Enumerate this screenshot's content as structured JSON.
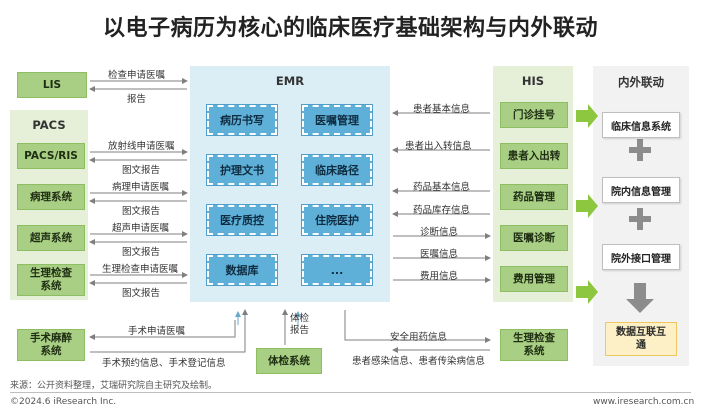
{
  "title": "以电子病历为核心的临床医疗基础架构与内外联动",
  "emr": {
    "title": "EMR",
    "items": [
      "病历书写",
      "医嘱管理",
      "护理文书",
      "临床路径",
      "医疗质控",
      "住院医护",
      "数据库",
      "..."
    ]
  },
  "lis": {
    "label": "LIS",
    "to_emr": "检查申请医嘱",
    "from_emr": "报告"
  },
  "pacs": {
    "title": "PACS",
    "rows": [
      {
        "label": "PACS/RIS",
        "to_emr": "放射线申请医嘱",
        "from_emr": "图文报告"
      },
      {
        "label": "病理系统",
        "to_emr": "病理申请医嘱",
        "from_emr": "图文报告"
      },
      {
        "label": "超声系统",
        "to_emr": "超声申请医嘱",
        "from_emr": "图文报告"
      },
      {
        "label": "生理检查系统",
        "to_emr": "生理检查申请医嘱",
        "from_emr": "图文报告"
      }
    ]
  },
  "anesthesia": {
    "label": "手术麻醉系统",
    "to_system": "手术申请医嘱",
    "to_emr": "手术预约信息、手术登记信息"
  },
  "physical_exam": {
    "label": "体检系统",
    "to_emr": "体检报告"
  },
  "his": {
    "title": "HIS",
    "items": [
      "门诊挂号",
      "患者入出转",
      "药品管理",
      "医嘱诊断",
      "费用管理"
    ],
    "flows": [
      "患者基本信息",
      "患者出入转信息",
      "药品基本信息",
      "药品库存信息",
      "诊断信息",
      "医嘱信息",
      "费用信息"
    ]
  },
  "physio": {
    "label": "生理检查系统",
    "flow_in": "安全用药信息",
    "flow_out": "患者感染信息、患者传染病信息"
  },
  "external": {
    "title": "内外联动",
    "items": [
      "临床信息系统",
      "院内信息管理",
      "院外接口管理"
    ],
    "result": "数据互联互通"
  },
  "footer": {
    "source": "来源：公开资料整理，艾瑞研究院自主研究及绘制。",
    "copyright": "©2024.6 iResearch Inc.",
    "website": "www.iresearch.com.cn"
  },
  "colors": {
    "green_box": "#a8cf84",
    "green_panel": "#e6f0d9",
    "blue_panel": "#dbeef5",
    "blue_box": "#5fb0d8",
    "arrow_green": "#8dc63f",
    "arrow_gray": "#808080",
    "plus_gray": "#8c8c8c"
  }
}
